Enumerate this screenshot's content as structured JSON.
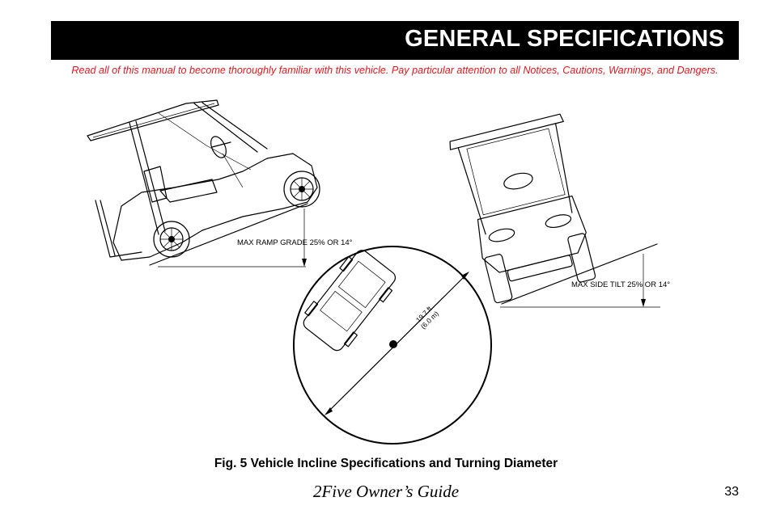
{
  "header": {
    "title": "GENERAL SPECIFICATIONS",
    "notice": "Read all of this manual to become thoroughly familiar with this vehicle. Pay particular attention to all Notices, Cautions, Warnings, and Dangers."
  },
  "figure": {
    "ramp_label": "MAX RAMP GRADE 25% OR 14°",
    "tilt_label": "MAX SIDE TILT 25% OR 14°",
    "radius_ft": "19.7 ft",
    "radius_m": "(6.0 m)",
    "caption": "Fig. 5  Vehicle Incline Specifications and Turning Diameter"
  },
  "footer": {
    "guide_title": "2Five Owner’s Guide",
    "page_number": "33"
  },
  "colors": {
    "notice": "#e0191f",
    "header_bg": "#000000"
  }
}
